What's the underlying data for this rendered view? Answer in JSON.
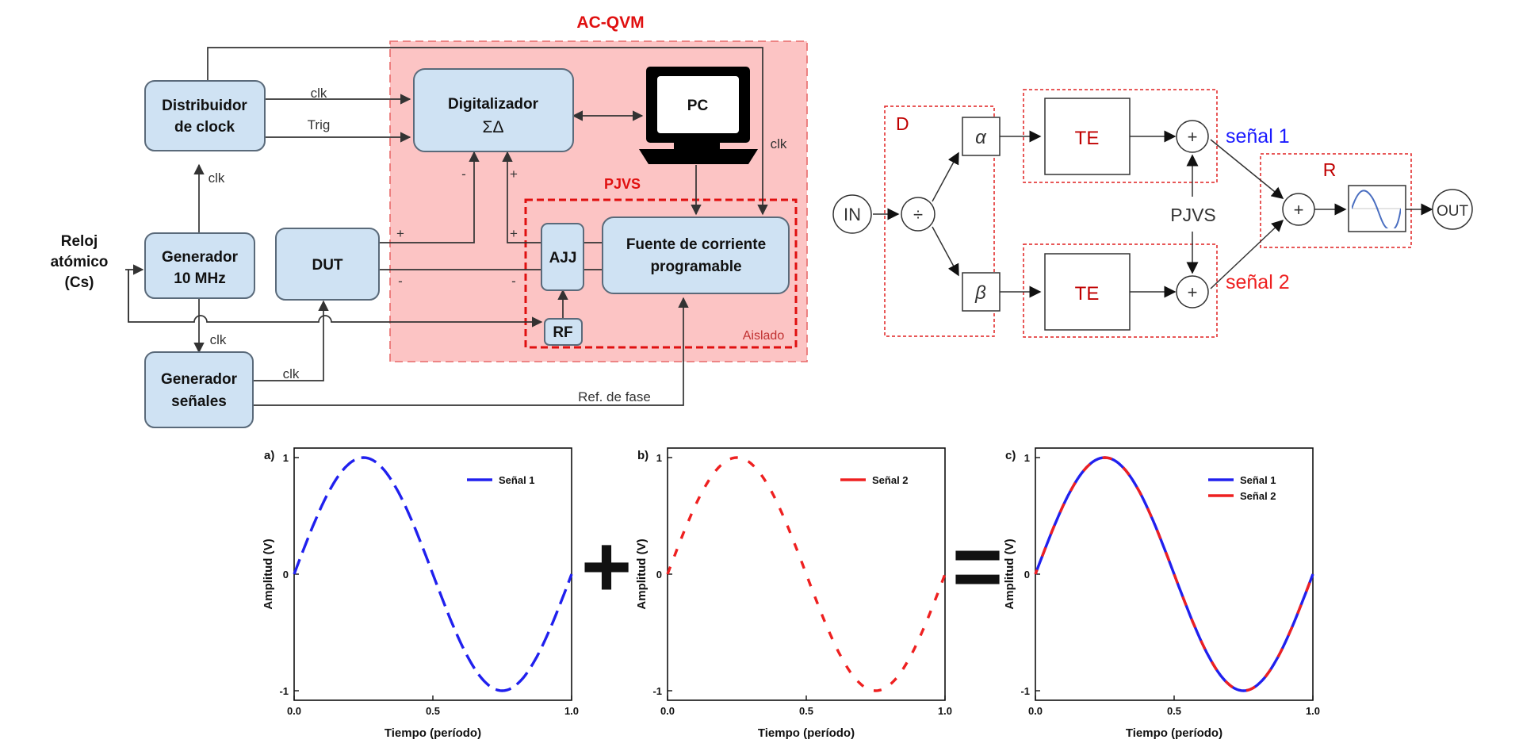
{
  "colors": {
    "block_fill": "#cfe2f3",
    "isolated_zone": "#fcc4c4",
    "dashed_red": "#e02020",
    "dark_red": "#c00000",
    "series1": "#2020ee",
    "series2": "#ee2020",
    "blue_text": "#1a1aff"
  },
  "left_diagram": {
    "ac_qvm_label": "AC-QVM",
    "pjvs_label": "PJVS",
    "aislado_label": "Aislado",
    "distribuidor": [
      "Distribuidor",
      "de clock"
    ],
    "digitalizador": [
      "Digitalizador",
      "ΣΔ"
    ],
    "pc": "PC",
    "generador_10mhz": [
      "Generador",
      "10 MHz"
    ],
    "dut": "DUT",
    "ajj": "AJJ",
    "fuente": [
      "Fuente de corriente",
      "programable"
    ],
    "rf": "RF",
    "generador_senales": [
      "Generador",
      "señales"
    ],
    "reloj": [
      "Reloj",
      "atómico",
      "(Cs)"
    ],
    "signals": {
      "clk": "clk",
      "trig": "Trig",
      "ref_fase": "Ref. de fase",
      "plus": "+",
      "minus": "-"
    }
  },
  "right_diagram": {
    "in": "IN",
    "out": "OUT",
    "divide": "÷",
    "alpha": "α",
    "beta": "β",
    "te": "TE",
    "plus": "+",
    "d": "D",
    "r": "R",
    "pjvs": "PJVS",
    "senal1": "señal 1",
    "senal2": "señal 2"
  },
  "charts": {
    "plus_sign": "+",
    "equals_sign": "="
  },
  "chart_data": [
    {
      "type": "line",
      "panel_label": "a)",
      "xlabel": "Tiempo (período)",
      "ylabel": "Amplitud (V)",
      "xlim": [
        0,
        1
      ],
      "ylim": [
        -1,
        1
      ],
      "xticks": [
        "0.0",
        "0.5",
        "1.0"
      ],
      "yticks": [
        "1",
        "0",
        "-1"
      ],
      "legend_position": "top-right",
      "series": [
        {
          "name": "Señal 1",
          "color": "#2020ee",
          "style": "dashed",
          "x": [
            0,
            0.05,
            0.1,
            0.15,
            0.2,
            0.25,
            0.3,
            0.35,
            0.4,
            0.45,
            0.5,
            0.55,
            0.6,
            0.65,
            0.7,
            0.75,
            0.8,
            0.85,
            0.9,
            0.95,
            1.0
          ],
          "y": [
            0,
            0.309,
            0.588,
            0.809,
            0.951,
            1.0,
            0.951,
            0.809,
            0.588,
            0.309,
            0,
            -0.309,
            -0.588,
            -0.809,
            -0.951,
            -1.0,
            -0.951,
            -0.809,
            -0.588,
            -0.309,
            0
          ]
        }
      ]
    },
    {
      "type": "line",
      "panel_label": "b)",
      "xlabel": "Tiempo (período)",
      "ylabel": "Amplitud (V)",
      "xlim": [
        0,
        1
      ],
      "ylim": [
        -1,
        1
      ],
      "xticks": [
        "0.0",
        "0.5",
        "1.0"
      ],
      "yticks": [
        "1",
        "0",
        "-1"
      ],
      "legend_position": "top-right",
      "series": [
        {
          "name": "Señal 2",
          "color": "#ee2020",
          "style": "dashed",
          "x": [
            0,
            0.05,
            0.1,
            0.15,
            0.2,
            0.25,
            0.3,
            0.35,
            0.4,
            0.45,
            0.5,
            0.55,
            0.6,
            0.65,
            0.7,
            0.75,
            0.8,
            0.85,
            0.9,
            0.95,
            1.0
          ],
          "y": [
            0,
            0.309,
            0.588,
            0.809,
            0.951,
            1.0,
            0.951,
            0.809,
            0.588,
            0.309,
            0,
            -0.309,
            -0.588,
            -0.809,
            -0.951,
            -1.0,
            -0.951,
            -0.809,
            -0.588,
            -0.309,
            0
          ]
        }
      ]
    },
    {
      "type": "line",
      "panel_label": "c)",
      "xlabel": "Tiempo (período)",
      "ylabel": "Amplitud (V)",
      "xlim": [
        0,
        1
      ],
      "ylim": [
        -1,
        1
      ],
      "xticks": [
        "0.0",
        "0.5",
        "1.0"
      ],
      "yticks": [
        "1",
        "0",
        "-1"
      ],
      "legend_position": "top-right",
      "series": [
        {
          "name": "Señal 1",
          "color": "#2020ee",
          "style": "solid",
          "x": [
            0,
            0.05,
            0.1,
            0.15,
            0.2,
            0.25,
            0.3,
            0.35,
            0.4,
            0.45,
            0.5,
            0.55,
            0.6,
            0.65,
            0.7,
            0.75,
            0.8,
            0.85,
            0.9,
            0.95,
            1.0
          ],
          "y": [
            0,
            0.309,
            0.588,
            0.809,
            0.951,
            1.0,
            0.951,
            0.809,
            0.588,
            0.309,
            0,
            -0.309,
            -0.588,
            -0.809,
            -0.951,
            -1.0,
            -0.951,
            -0.809,
            -0.588,
            -0.309,
            0
          ]
        },
        {
          "name": "Señal 2",
          "color": "#ee2020",
          "style": "dashed",
          "x": [
            0,
            0.05,
            0.1,
            0.15,
            0.2,
            0.25,
            0.3,
            0.35,
            0.4,
            0.45,
            0.5,
            0.55,
            0.6,
            0.65,
            0.7,
            0.75,
            0.8,
            0.85,
            0.9,
            0.95,
            1.0
          ],
          "y": [
            0,
            0.309,
            0.588,
            0.809,
            0.951,
            1.0,
            0.951,
            0.809,
            0.588,
            0.309,
            0,
            -0.309,
            -0.588,
            -0.809,
            -0.951,
            -1.0,
            -0.951,
            -0.809,
            -0.588,
            -0.309,
            0
          ]
        }
      ]
    }
  ]
}
